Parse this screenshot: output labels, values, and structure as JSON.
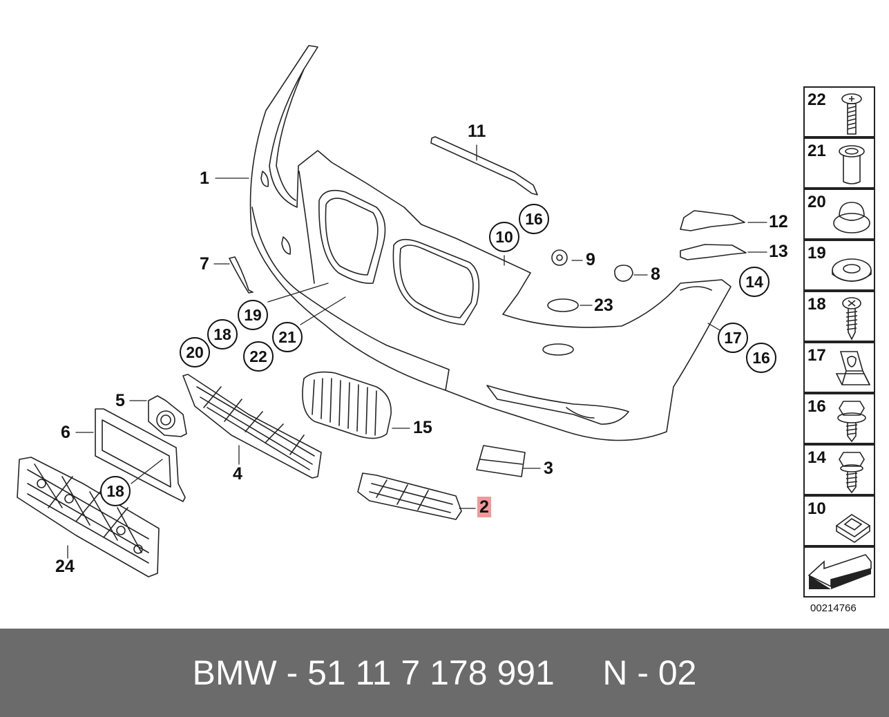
{
  "callouts": {
    "c1": "1",
    "c2": "2",
    "c3": "3",
    "c4": "4",
    "c5": "5",
    "c6": "6",
    "c7": "7",
    "c8": "8",
    "c9": "9",
    "c11": "11",
    "c12": "12",
    "c13": "13",
    "c15": "15",
    "c23": "23",
    "c24": "24"
  },
  "circled": {
    "c10": "10",
    "c16a": "16",
    "c14": "14",
    "c17": "17",
    "c16b": "16",
    "c19": "19",
    "c18a": "18",
    "c21": "21",
    "c20": "20",
    "c22": "22",
    "c18b": "18"
  },
  "legend": [
    {
      "num": "22",
      "icon": "screw-icon"
    },
    {
      "num": "21",
      "icon": "bushing-icon"
    },
    {
      "num": "20",
      "icon": "grommet-icon"
    },
    {
      "num": "19",
      "icon": "washer-icon"
    },
    {
      "num": "18",
      "icon": "tapping-screw-icon"
    },
    {
      "num": "17",
      "icon": "clip-nut-icon"
    },
    {
      "num": "16",
      "icon": "collar-screw-icon"
    },
    {
      "num": "14",
      "icon": "hex-screw-icon"
    },
    {
      "num": "10",
      "icon": "square-nut-icon"
    },
    {
      "num": "",
      "icon": "arrow-icon"
    }
  ],
  "doc_number": "00214766",
  "footer": {
    "text": "BMW - 51 11 7 178 991     N - 02"
  },
  "highlight_color": "#f19999",
  "footer_color": "#6b6b6b"
}
